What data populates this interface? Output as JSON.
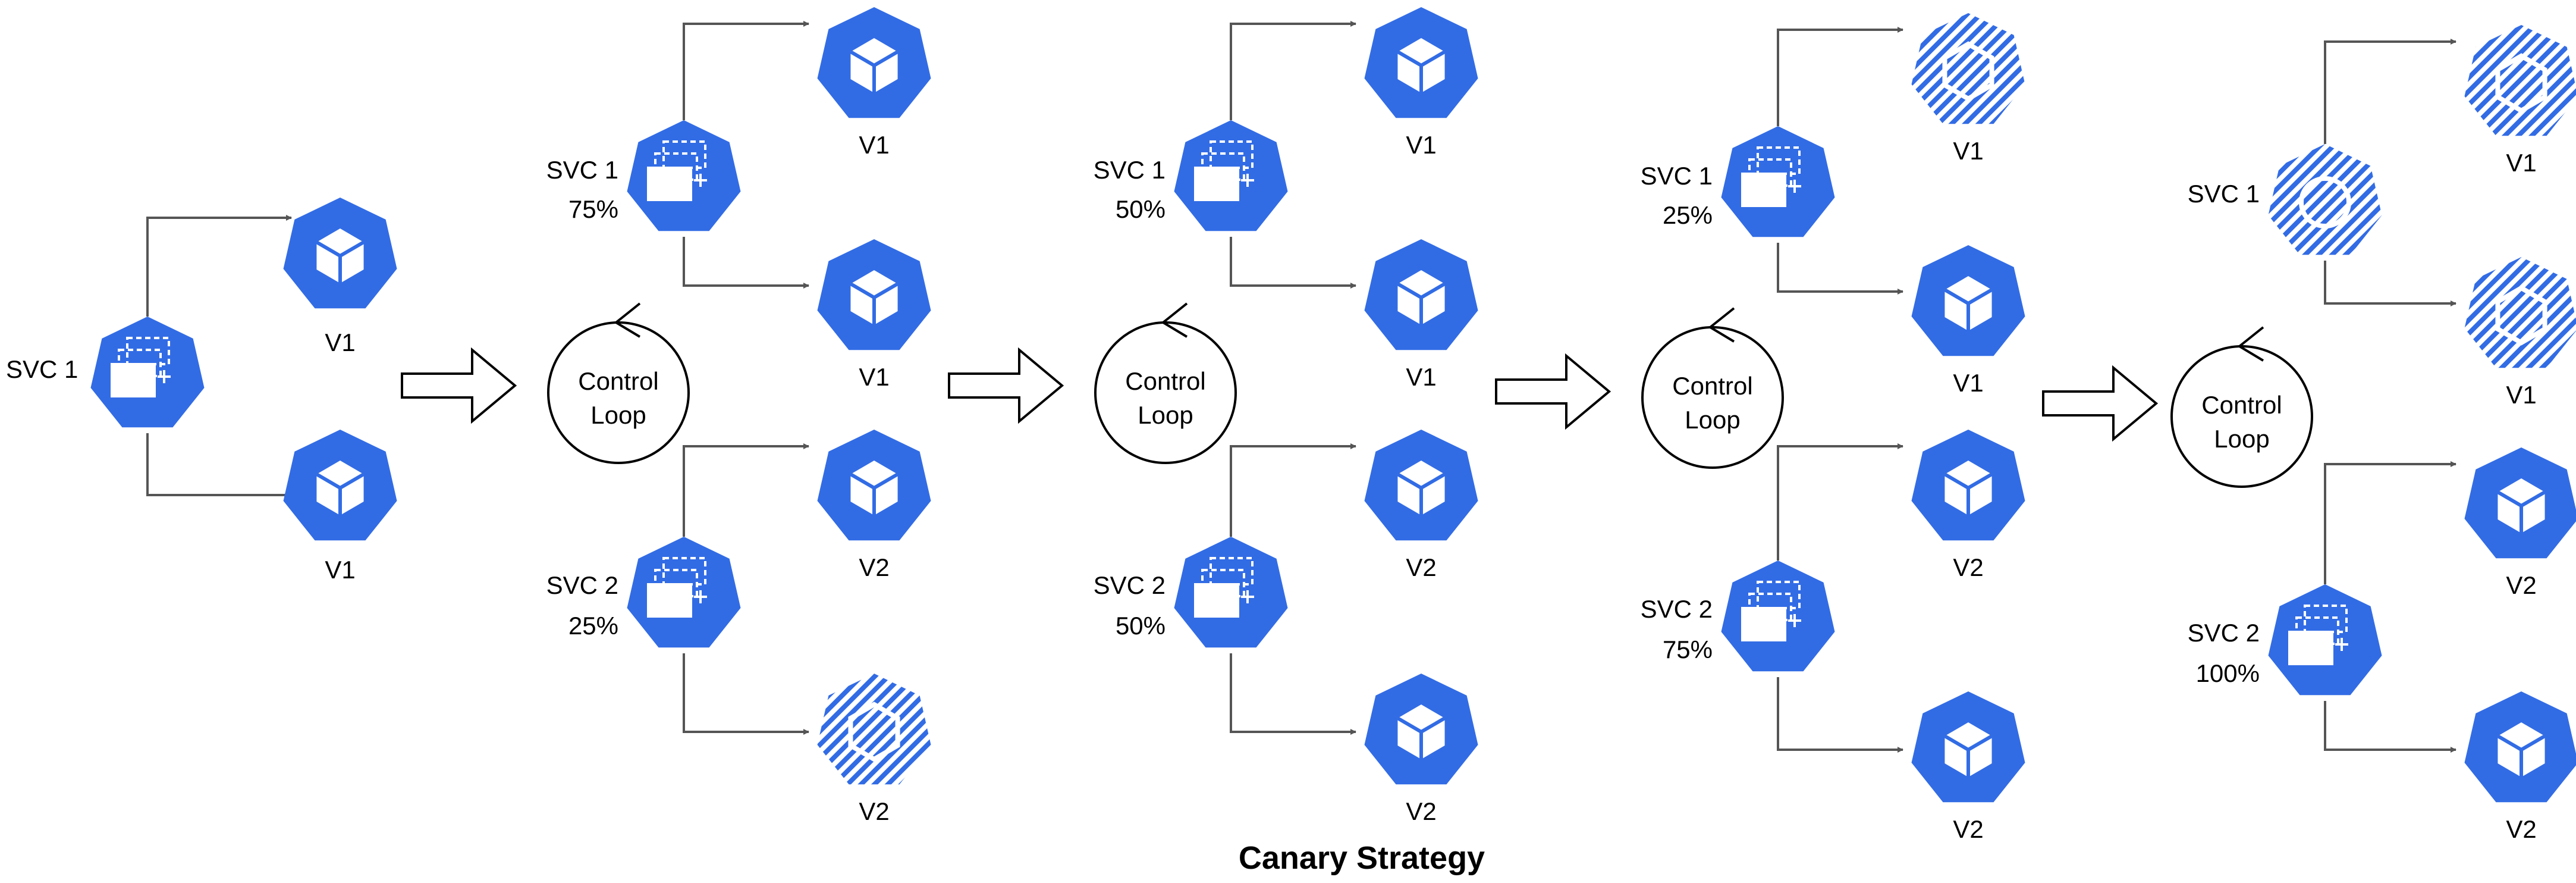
{
  "title": "Canary Strategy",
  "colors": {
    "node_blue": "#326ce5",
    "icon_white": "#ffffff",
    "connector": "#555555",
    "outline": "#000000"
  },
  "icons": {
    "service": "kubernetes-service-icon",
    "pod": "kubernetes-pod-icon",
    "pod_terminating": "kubernetes-pod-terminating-icon"
  },
  "control_loop_label": [
    "Control",
    "Loop"
  ],
  "stages": [
    {
      "services": [
        {
          "name": "SVC 1",
          "weight": "",
          "pods": [
            {
              "label": "V1",
              "terminating": false
            },
            {
              "label": "V1",
              "terminating": false
            }
          ]
        }
      ]
    },
    {
      "services": [
        {
          "name": "SVC 1",
          "weight": "75%",
          "pods": [
            {
              "label": "V1",
              "terminating": false
            },
            {
              "label": "V1",
              "terminating": false
            }
          ]
        },
        {
          "name": "SVC 2",
          "weight": "25%",
          "pods": [
            {
              "label": "V2",
              "terminating": false
            },
            {
              "label": "V2",
              "terminating": true
            }
          ]
        }
      ]
    },
    {
      "services": [
        {
          "name": "SVC 1",
          "weight": "50%",
          "pods": [
            {
              "label": "V1",
              "terminating": false
            },
            {
              "label": "V1",
              "terminating": false
            }
          ]
        },
        {
          "name": "SVC 2",
          "weight": "50%",
          "pods": [
            {
              "label": "V2",
              "terminating": false
            },
            {
              "label": "V2",
              "terminating": false
            }
          ]
        }
      ]
    },
    {
      "services": [
        {
          "name": "SVC 1",
          "weight": "25%",
          "pods": [
            {
              "label": "V1",
              "terminating": true
            },
            {
              "label": "V1",
              "terminating": false
            }
          ]
        },
        {
          "name": "SVC 2",
          "weight": "75%",
          "pods": [
            {
              "label": "V2",
              "terminating": false
            },
            {
              "label": "V2",
              "terminating": false
            }
          ]
        }
      ]
    },
    {
      "services": [
        {
          "name": "SVC 1",
          "weight": "",
          "terminating": true,
          "pods": [
            {
              "label": "V1",
              "terminating": true
            },
            {
              "label": "V1",
              "terminating": true
            }
          ]
        },
        {
          "name": "SVC 2",
          "weight": "100%",
          "pods": [
            {
              "label": "V2",
              "terminating": false
            },
            {
              "label": "V2",
              "terminating": false
            }
          ]
        }
      ]
    }
  ]
}
